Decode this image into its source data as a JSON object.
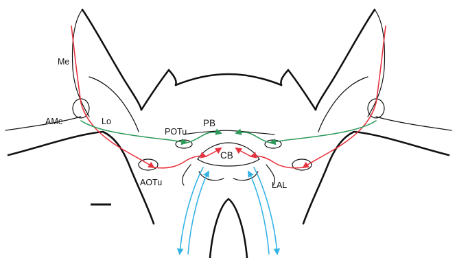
{
  "labels": {
    "me": "Me",
    "ame": "AMe",
    "lo": "Lo",
    "potu": "POTu",
    "pb": "PB",
    "cb": "CB",
    "aotu": "AOTu",
    "lal": "LAL"
  },
  "colors": {
    "outline": "#111111",
    "red_pathway": "#e8343f",
    "green_pathway": "#2e9a5a",
    "blue_pathway": "#35b3e6"
  }
}
